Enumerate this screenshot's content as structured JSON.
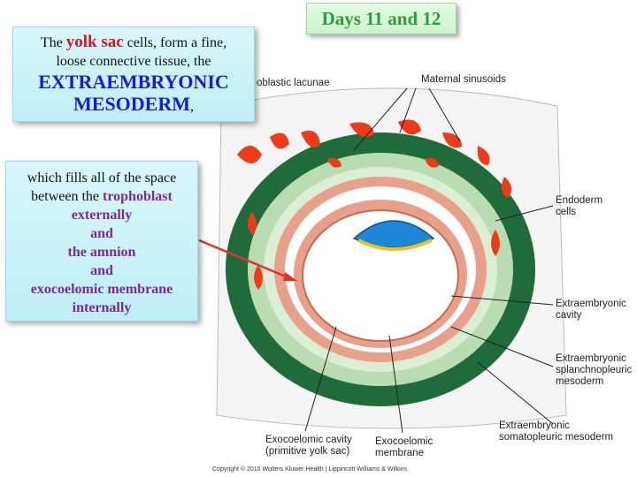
{
  "title": "Days 11 and 12",
  "callout_top": {
    "line1_pre": "The ",
    "line1_key": "yolk sac",
    "line1_post": " cells, form a fine,",
    "line2": "loose connective tissue, the",
    "line3": "EXTRAEMBRYONIC",
    "line4": "MESODERM",
    "line4_post": ","
  },
  "callout_mid": {
    "line1": "which fills all of the space",
    "line2_pre": "between the ",
    "line2_key": "trophoblast",
    "line3": "externally",
    "line4": "and",
    "line5": "the amnion",
    "line6": "and",
    "line7": "exocoelomic membrane",
    "line8": "internally"
  },
  "labels": {
    "lacunae": "oblastic lacunae",
    "sinusoids": "Maternal sinusoids",
    "endoderm_1": "Endoderm",
    "endoderm_2": "cells",
    "cavity_1": "Extraembryonic",
    "cavity_2": "cavity",
    "splanch_1": "Extraembryonic",
    "splanch_2": "splanchnopleuric",
    "splanch_3": "mesoderm",
    "somato_1": "Extraembryonic",
    "somato_2": "somatopleuric mesoderm",
    "exomem_1": "Exocoelomic",
    "exomem_2": "membrane",
    "exocav_1": "Exocoelomic cavity",
    "exocav_2": "(primitive yolk sac)"
  },
  "copyright": "Copyright © 2010 Wolters Kluwer Health | Lippincott Williams & Wilkins",
  "colors": {
    "trophoblast": "#1f6b3a",
    "mesoderm": "#e8a08a",
    "lacunae": "#ee3a16",
    "amnion": "#1e88d8",
    "title": "#2f9a3a"
  }
}
